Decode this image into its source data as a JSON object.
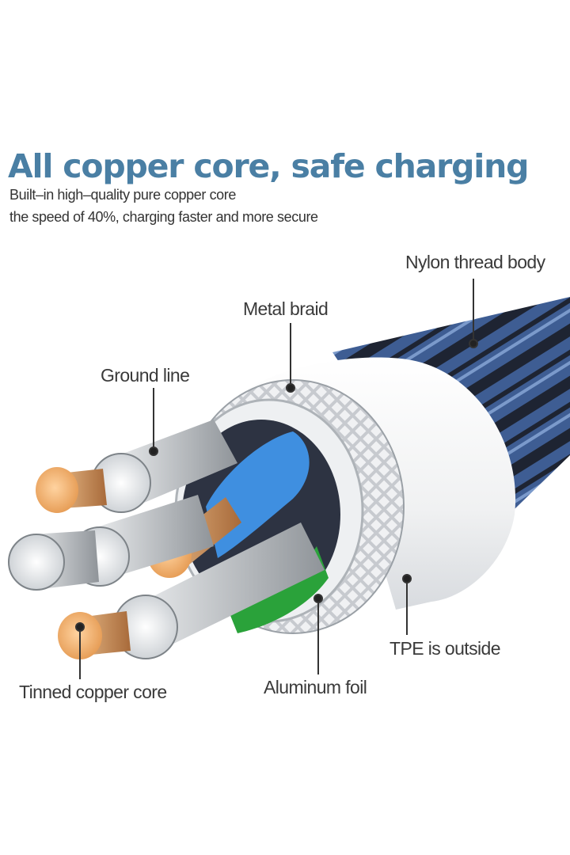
{
  "headline": "All copper core, safe charging",
  "subtitle_lines": [
    "Built–in high–quality pure copper core",
    "the speed of 40%, charging faster and more secure"
  ],
  "callouts": {
    "nylon": "Nylon thread body",
    "braid": "Metal braid",
    "ground": "Ground line",
    "tpe": "TPE is outside",
    "foil": "Aluminum foil",
    "tinned": "Tinned copper core"
  },
  "colors": {
    "headline": "#4a7fa4",
    "braid_blue": "#3e5d93",
    "braid_dark": "#1e2432",
    "tpe_white": "#f2f3f4",
    "copper": "#f0a865",
    "insulation_blue": "#3f8fe0",
    "insulation_green": "#2aa23a",
    "callout_line": "#333333"
  }
}
